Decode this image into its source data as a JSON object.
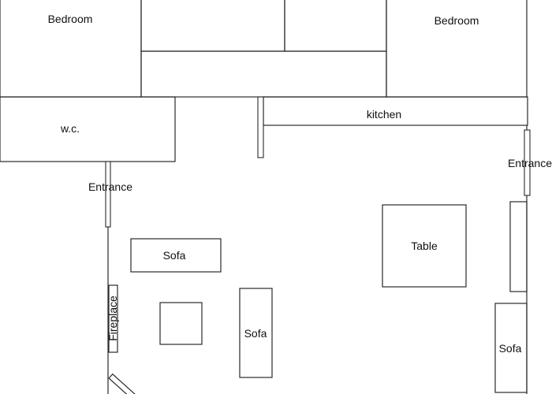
{
  "rooms": {
    "bedroom_left": "Bedroom",
    "bedroom_right": "Bedroom",
    "wc": "w.c.",
    "kitchen": "kitchen"
  },
  "entrances": {
    "left": "Entrance",
    "right": "Entrance"
  },
  "furniture": {
    "sofa_top": "Sofa",
    "sofa_middle": "Sofa",
    "sofa_right": "Sofa",
    "table": "Table",
    "fireplace": "Fireplace"
  },
  "colors": {
    "line": "#2a2a2a",
    "background": "#ffffff",
    "text": "#111111"
  }
}
